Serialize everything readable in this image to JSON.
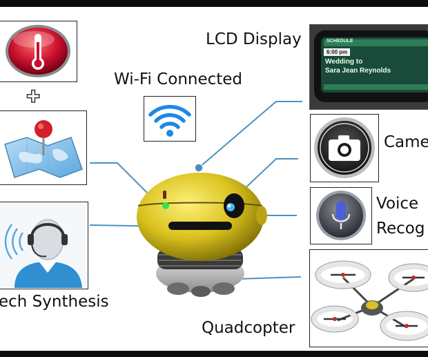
{
  "labels": {
    "lcd_display": "LCD Display",
    "wifi_connected": "Wi-Fi Connected",
    "camera": "Camera",
    "voice_line1": "Voice",
    "voice_line2": "Recog",
    "speech_synthesis": "ech Synthesis",
    "quadcopter": "Quadcopter"
  },
  "plus_symbol": "✚",
  "lcd_screen": {
    "header": "SCHEDULE",
    "time": "6:00 pm",
    "event_line1": "Wedding to",
    "event_line2": "Sara Jean Reynolds"
  },
  "icons": [
    "thermometer-icon",
    "map-pin-icon",
    "headset-person-icon",
    "wifi-icon",
    "camera-icon",
    "microphone-icon"
  ],
  "colors": {
    "frame": "#0d0d0d",
    "robot_body": "#d9c21e",
    "callout_line": "#4a90c2",
    "wifi_blue": "#1e88e5",
    "thermo_red": "#c8102e",
    "lcd_green": "#8ee08a"
  }
}
